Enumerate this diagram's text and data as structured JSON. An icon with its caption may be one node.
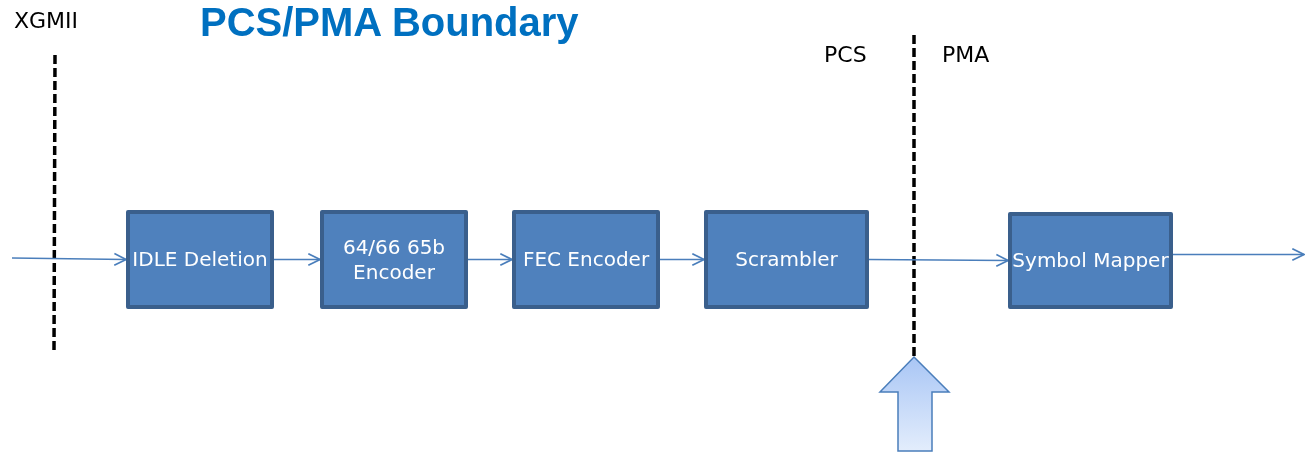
{
  "diagram": {
    "title": "PCS/PMA Boundary",
    "nodes": [
      {
        "text": [
          "IDLE Deletion"
        ]
      },
      {
        "text": [
          "64/66 65b Encoder"
        ]
      },
      {
        "text": [
          "FEC Encoder"
        ]
      },
      {
        "text": [
          "Scrambler"
        ]
      },
      {
        "text": [
          "Symbol Mapper"
        ]
      }
    ],
    "edges": [
      {
        "from": null,
        "to": 0,
        "arrow": "to"
      },
      {
        "from": 0,
        "to": 1,
        "arrow": "to"
      },
      {
        "from": 1,
        "to": 2,
        "arrow": "to"
      },
      {
        "from": 2,
        "to": 3,
        "arrow": "to"
      },
      {
        "from": 3,
        "to": 4,
        "arrow": "to"
      },
      {
        "from": 4,
        "to": null,
        "arrow": "to"
      }
    ],
    "labels": [
      "XGMII",
      "PCS",
      "PMA"
    ]
  }
}
